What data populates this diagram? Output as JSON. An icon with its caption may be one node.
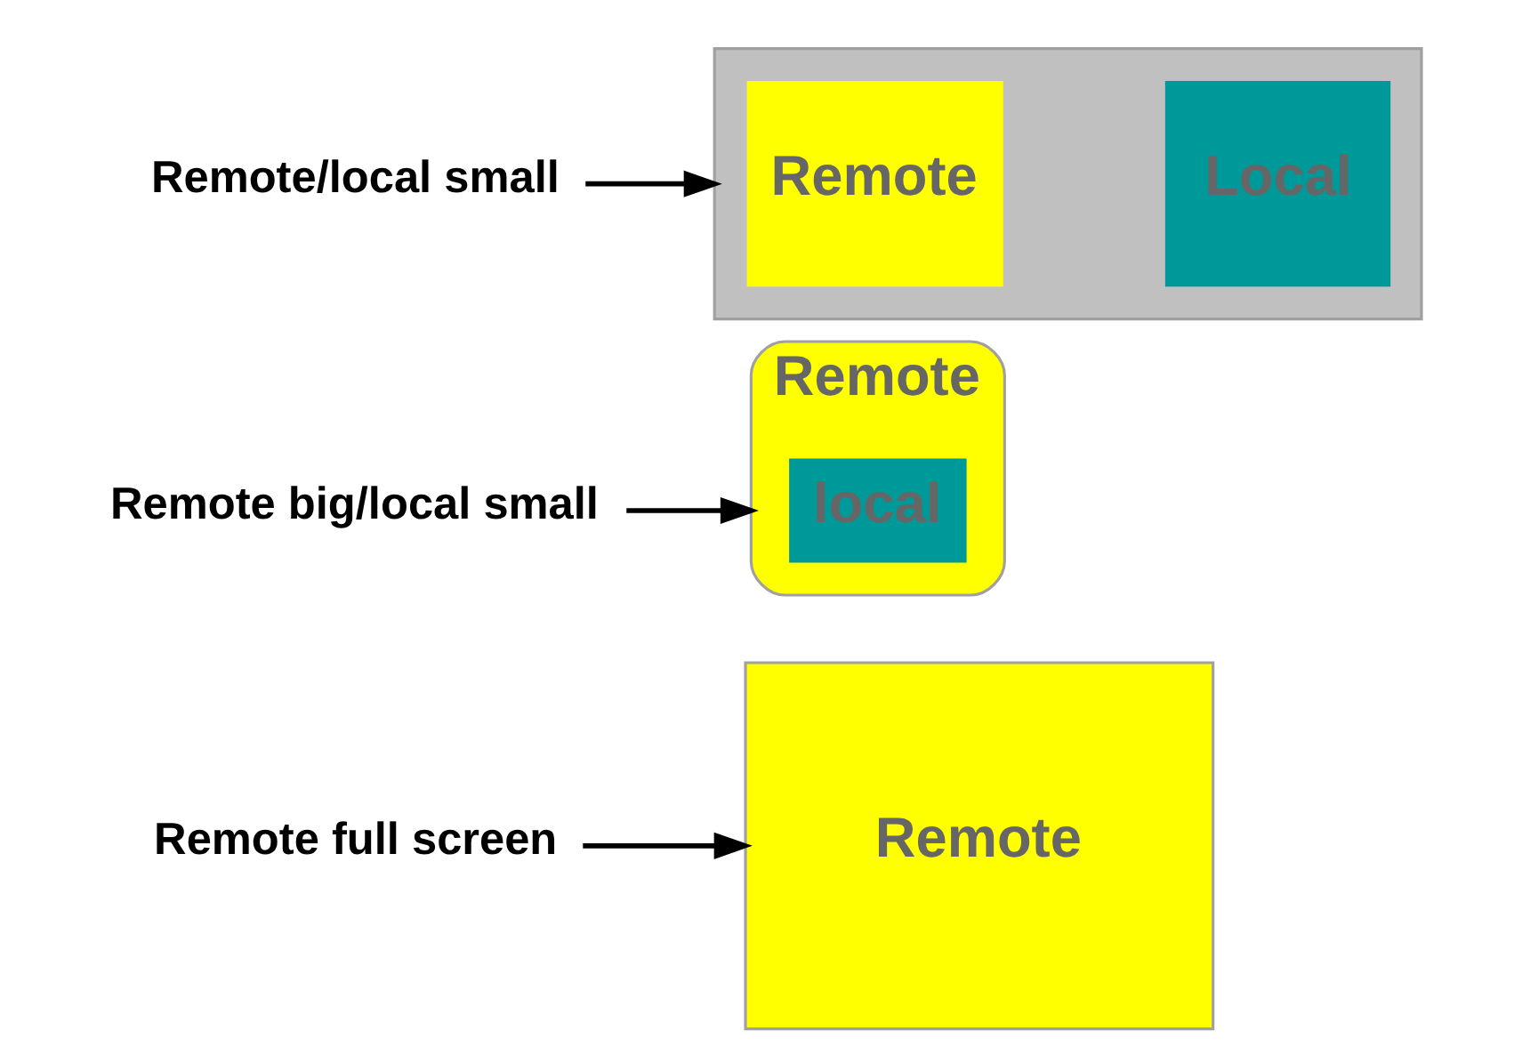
{
  "diagram": {
    "nodes": [
      {
        "text": [
          "Remote/local small"
        ]
      },
      {
        "text": [],
        "shape": "box"
      },
      {
        "text": [
          "Remote"
        ],
        "in": 1
      },
      {
        "text": [
          "Local"
        ],
        "in": 1
      },
      {
        "text": [
          "Remote big/local small"
        ]
      },
      {
        "text": [
          "Remote"
        ]
      },
      {
        "text": [
          "local"
        ],
        "in": 5
      },
      {
        "text": [
          "Remote full screen"
        ]
      },
      {
        "text": [
          "Remote"
        ]
      }
    ],
    "edges": [
      {
        "from": 0,
        "to": 1,
        "arrow": "to"
      },
      {
        "from": 4,
        "to": 5,
        "arrow": "to"
      },
      {
        "from": 7,
        "to": 8,
        "arrow": "to"
      }
    ]
  }
}
